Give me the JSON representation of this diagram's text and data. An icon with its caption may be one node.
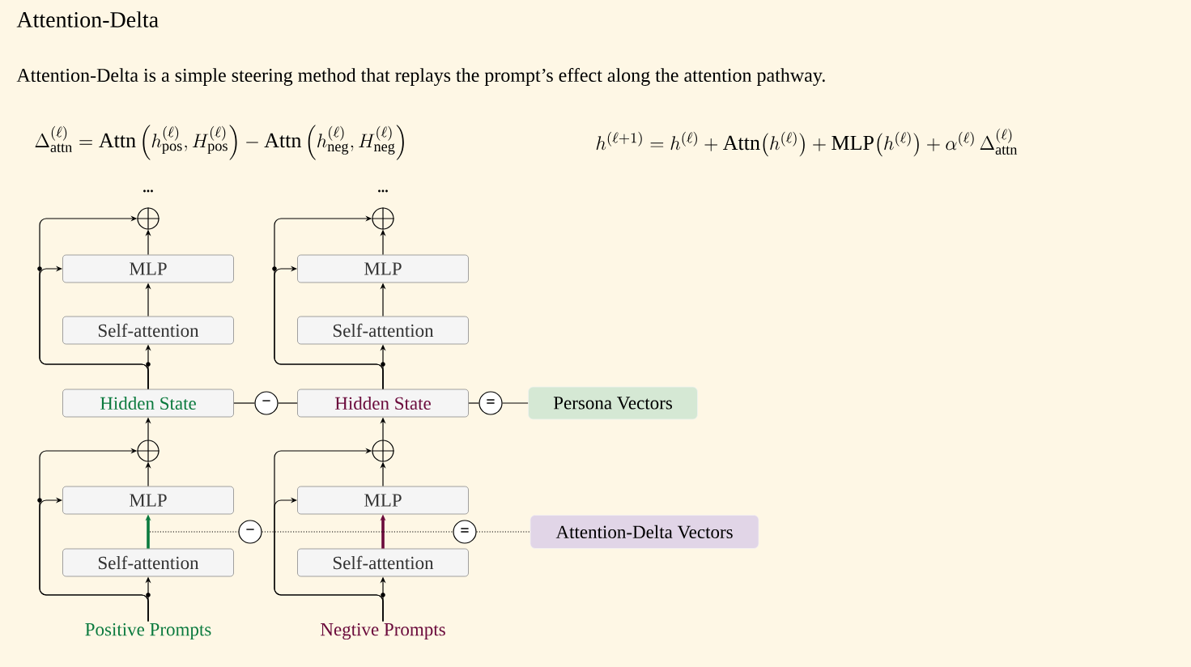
{
  "diagram": {
    "title": "Attention-Delta",
    "nodes": [
      {
        "text": [],
        "shape": "circle"
      },
      {
        "text": [],
        "shape": "circle"
      },
      {
        "text": [
          "MLP"
        ]
      },
      {
        "text": [
          "MLP"
        ]
      },
      {
        "text": [
          "Self-attention"
        ]
      },
      {
        "text": [
          "Self-attention"
        ]
      },
      {
        "text": [
          "Hidden State"
        ]
      },
      {
        "text": [
          "−"
        ]
      },
      {
        "text": [
          "Hidden State"
        ]
      },
      {
        "text": [
          "="
        ]
      },
      {
        "text": [
          "Persona Vectors"
        ]
      },
      {
        "text": [],
        "shape": "circle"
      },
      {
        "text": [],
        "shape": "circle"
      },
      {
        "text": [
          "MLP"
        ]
      },
      {
        "text": [
          "MLP"
        ]
      },
      {
        "text": [
          "−"
        ]
      },
      {
        "text": [
          "="
        ]
      },
      {
        "text": [
          "Attention-Delta Vectors"
        ]
      },
      {
        "text": [
          "Self-attention"
        ]
      },
      {
        "text": [
          "Self-attention"
        ]
      },
      {
        "text": [
          "Positive Prompts"
        ]
      },
      {
        "text": [
          "Negtive Prompts"
        ]
      }
    ],
    "edges": [
      {
        "from": 20,
        "to": 18,
        "arrow": "to"
      },
      {
        "from": 20,
        "to": 13,
        "arrow": "to"
      },
      {
        "from": 20,
        "to": 11,
        "arrow": "to"
      },
      {
        "from": 18,
        "to": 13,
        "arrow": "to",
        "style": "thick",
        "color": "#0b7a3e"
      },
      {
        "from": 13,
        "to": 11,
        "arrow": "to"
      },
      {
        "from": 11,
        "to": 6,
        "arrow": "to"
      },
      {
        "from": 6,
        "to": 4,
        "arrow": "to"
      },
      {
        "from": 6,
        "to": 2,
        "arrow": "to"
      },
      {
        "from": 6,
        "to": 0,
        "arrow": "to"
      },
      {
        "from": 4,
        "to": 2,
        "arrow": "to"
      },
      {
        "from": 2,
        "to": 0,
        "arrow": "to"
      },
      {
        "from": 21,
        "to": 19,
        "arrow": "to"
      },
      {
        "from": 21,
        "to": 14,
        "arrow": "to"
      },
      {
        "from": 21,
        "to": 12,
        "arrow": "to"
      },
      {
        "from": 19,
        "to": 14,
        "arrow": "to",
        "style": "thick",
        "color": "#6b0b3c"
      },
      {
        "from": 14,
        "to": 12,
        "arrow": "to"
      },
      {
        "from": 12,
        "to": 8,
        "arrow": "to"
      },
      {
        "from": 8,
        "to": 5,
        "arrow": "to"
      },
      {
        "from": 8,
        "to": 3,
        "arrow": "to"
      },
      {
        "from": 8,
        "to": 1,
        "arrow": "to"
      },
      {
        "from": 5,
        "to": 3,
        "arrow": "to"
      },
      {
        "from": 3,
        "to": 1,
        "arrow": "to"
      },
      {
        "from": 6,
        "to": 7,
        "arrow": "none"
      },
      {
        "from": 7,
        "to": 8,
        "arrow": "none"
      },
      {
        "from": 8,
        "to": 9,
        "arrow": "none"
      },
      {
        "from": 9,
        "to": 10,
        "arrow": "none"
      },
      {
        "from": null,
        "to": 15,
        "arrow": "none",
        "style": "dashed"
      },
      {
        "from": 15,
        "to": 16,
        "arrow": "none",
        "style": "dashed"
      },
      {
        "from": 16,
        "to": 17,
        "arrow": "none",
        "style": "dashed"
      }
    ],
    "labels": [
      "Attention-Delta is a simple steering method that replays the prompt’s effect along the attention pathway.",
      "\\Delta^{(\\ell)}_{\\mathrm{attn}} = \\mathrm{Attn}\\left(h^{(\\ell)}_{\\mathrm{pos}}, H^{(\\ell)}_{\\mathrm{pos}}\\right) - \\mathrm{Attn}\\left(h^{(\\ell)}_{\\mathrm{neg}}, H^{(\\ell)}_{\\mathrm{neg}}\\right)",
      "h^{(\\ell+1)} = h^{(\\ell)} + \\mathrm{Attn}\\bigl(h^{(\\ell)}\\bigr) + \\mathrm{MLP}\\bigl(h^{(\\ell)}\\bigr) + \\alpha^{(\\ell)}\\,\\Delta^{(\\ell)}_{\\mathrm{attn}}",
      "...",
      "..."
    ]
  }
}
